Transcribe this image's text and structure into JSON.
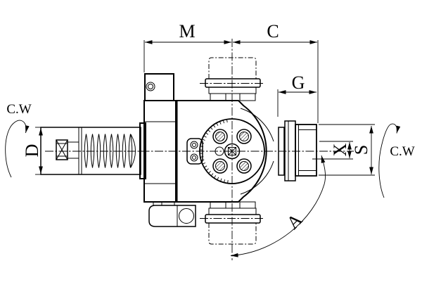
{
  "drawing": {
    "labels": {
      "dim_m": "M",
      "dim_c": "C",
      "dim_g": "G",
      "dim_d": "D",
      "dim_x": "X",
      "dim_s": "S",
      "dim_a": "A",
      "cw_left": "C.W",
      "cw_right": "C.W"
    },
    "colors": {
      "line": "#000000",
      "background": "#ffffff"
    }
  }
}
